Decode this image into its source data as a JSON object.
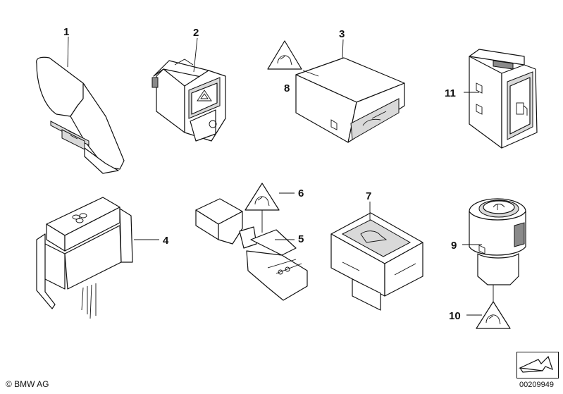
{
  "callouts": [
    "1",
    "2",
    "3",
    "4",
    "5",
    "6",
    "7",
    "8",
    "9",
    "10",
    "11"
  ],
  "footer": {
    "copyright": "© BMW AG",
    "image_number": "00209949"
  },
  "icons": {
    "warning_triangle": "warning-triangle-icon",
    "hazard": "hazard-triangle-icon",
    "fan": "fan-icon",
    "fuel": "fuel-pump-icon",
    "trunk": "trunk-open-icon",
    "arrow": "arrow-icon"
  }
}
